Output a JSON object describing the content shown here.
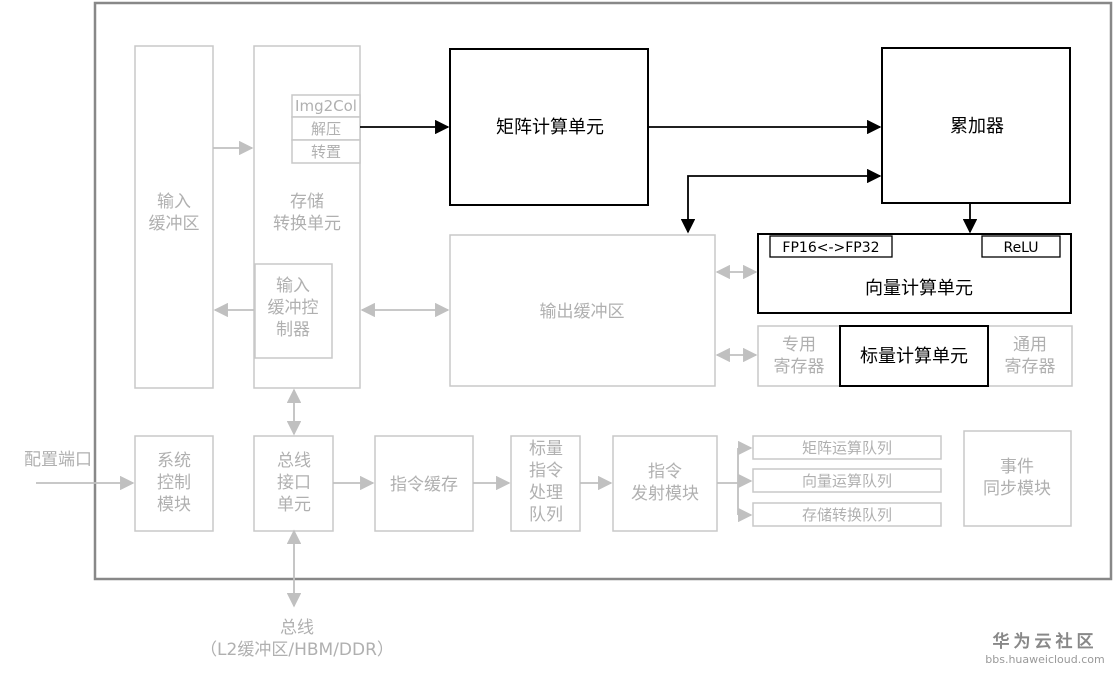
{
  "colors": {
    "active": "#000000",
    "inactive": "#c8c8c8",
    "inactive_text": "#b0b0b0",
    "frame": "#888888"
  },
  "blocks": {
    "input_buffer": "输入\n缓冲区",
    "storage_conversion": "存储\n转换单元",
    "img2col": "Img2Col",
    "decompress": "解压",
    "transpose": "转置",
    "input_buffer_control": "输入\n缓冲控\n制器",
    "matrix_unit": "矩阵计算单元",
    "accumulator": "累加器",
    "fp_convert": "FP16<->FP32",
    "relu": "ReLU",
    "vector_unit": "向量计算单元",
    "output_buffer": "输出缓冲区",
    "special_register": "专用\n寄存器",
    "scalar_unit": "标量计算单元",
    "general_register": "通用\n寄存器",
    "system_control": "系统\n控制\n模块",
    "bus_interface": "总线\n接口\n单元",
    "instruction_cache": "指令缓存",
    "scalar_queue": "标量\n指令\n处理\n队列",
    "instruction_dispatch": "指令\n发射模块",
    "matrix_queue": "矩阵运算队列",
    "vector_queue": "向量运算队列",
    "storage_queue": "存储转换队列",
    "event_sync": "事件\n同步模块"
  },
  "external": {
    "config_port": "配置端口",
    "bus": "总线",
    "bus_detail": "（L2缓冲区/HBM/DDR）"
  },
  "watermark": {
    "title": "华为云社区",
    "url": "bbs.huaweicloud.com"
  }
}
